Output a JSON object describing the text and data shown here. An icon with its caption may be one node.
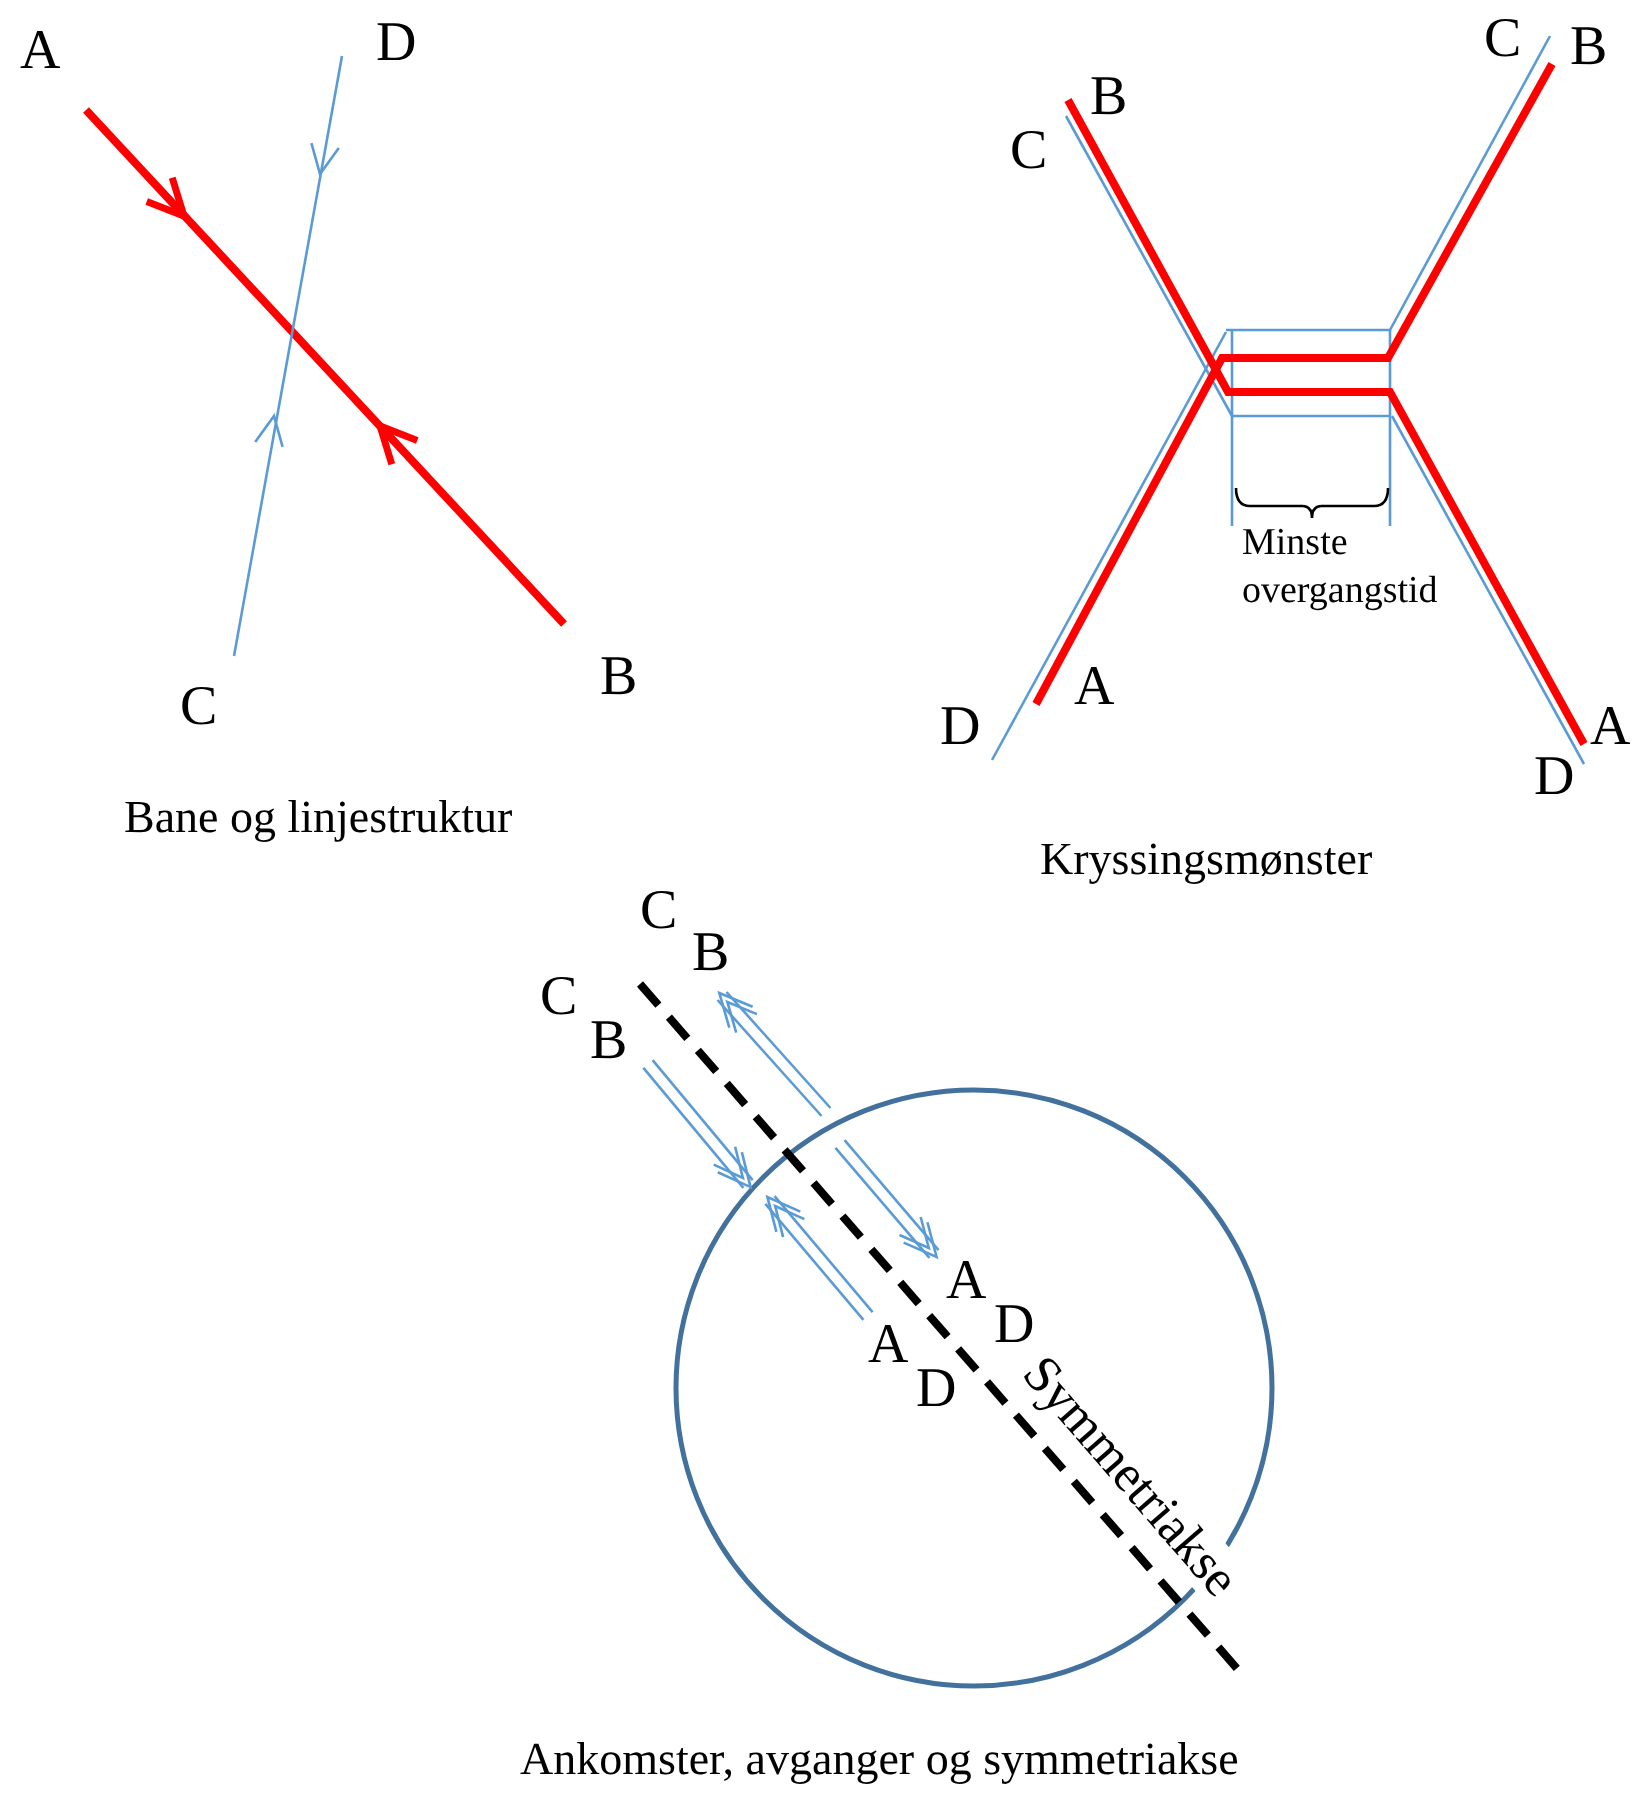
{
  "diagram": {
    "labels": [
      "A",
      "D",
      "C",
      "B",
      "C",
      "B",
      "B",
      "C",
      "Minste overgangstid",
      "A",
      "D",
      "A",
      "D",
      "Bane og linjestruktur",
      "Kryssingsmønster",
      "C",
      "B",
      "C",
      "B",
      "A",
      "D",
      "A",
      "D",
      "Symmetriakse",
      "Ankomster, avganger og symmetriakse"
    ]
  }
}
